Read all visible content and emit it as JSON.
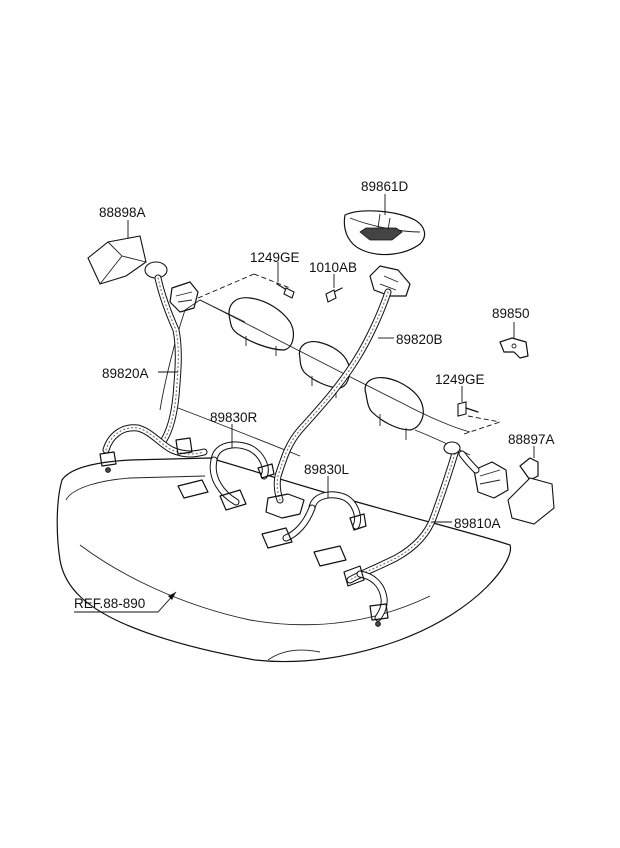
{
  "labels": {
    "p89861D": "89861D",
    "p88898A": "88898A",
    "p1249GE_top": "1249GE",
    "p1010AB": "1010AB",
    "p89850": "89850",
    "p89820B": "89820B",
    "p89820A": "89820A",
    "p1249GE_right": "1249GE",
    "p89830R": "89830R",
    "p88897A": "88897A",
    "p89830L": "89830L",
    "p89810A": "89810A",
    "ref": "REF.88-890"
  }
}
